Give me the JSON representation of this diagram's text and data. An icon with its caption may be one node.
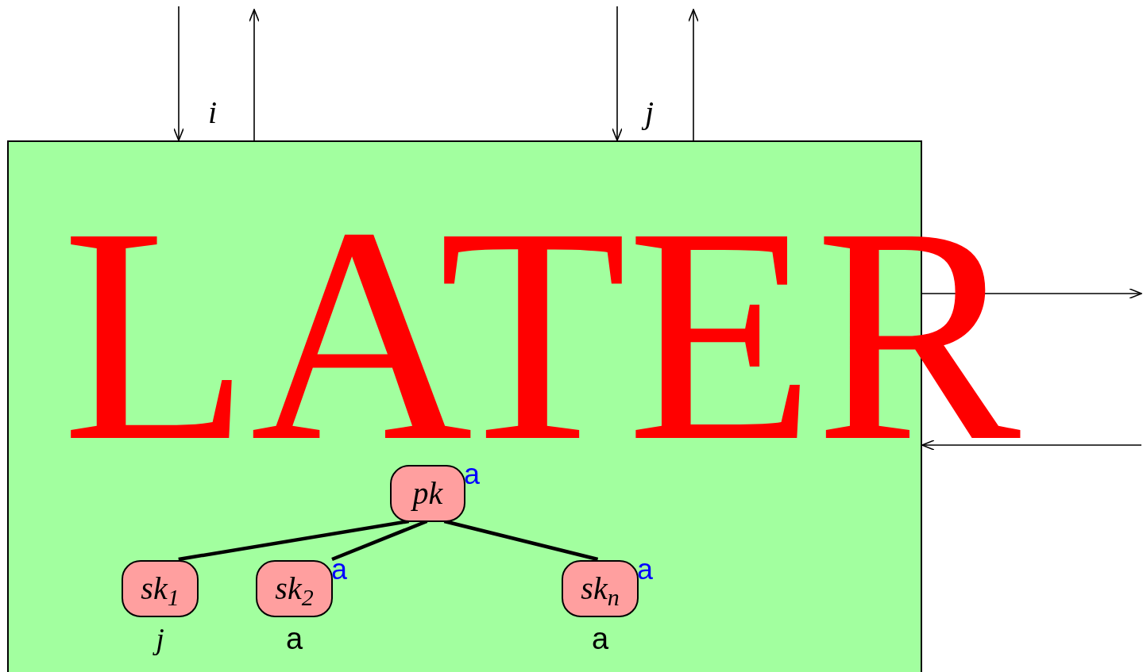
{
  "diagram": {
    "nodes": [
      {
        "text": [],
        "shape": "box"
      },
      {
        "text": [
          "pk"
        ],
        "in": 0,
        "beside": [
          "a"
        ]
      },
      {
        "text": [
          "sk$_{1}$"
        ],
        "in": 0,
        "beside": [
          "j"
        ]
      },
      {
        "text": [
          "sk$_{2}$"
        ],
        "in": 0,
        "beside": [
          "a",
          "a"
        ]
      },
      {
        "text": [
          "sk$_{n}$"
        ],
        "in": 0,
        "beside": [
          "a",
          "a"
        ]
      }
    ],
    "edges": [
      {
        "from": null,
        "to": 0,
        "arrow": "to"
      },
      {
        "from": 0,
        "to": null,
        "arrow": "to"
      },
      {
        "from": null,
        "to": 0,
        "arrow": "to"
      },
      {
        "from": 0,
        "to": null,
        "arrow": "to"
      },
      {
        "from": 0,
        "to": null,
        "arrow": "to"
      },
      {
        "from": null,
        "to": 0,
        "arrow": "to"
      },
      {
        "from": 1,
        "to": 2,
        "arrow": "none",
        "style": "thick"
      },
      {
        "from": 1,
        "to": 3,
        "arrow": "none",
        "style": "thick"
      },
      {
        "from": 1,
        "to": 4,
        "arrow": "none",
        "style": "thick"
      }
    ],
    "labels": [
      "i",
      "j",
      "LATER"
    ]
  }
}
